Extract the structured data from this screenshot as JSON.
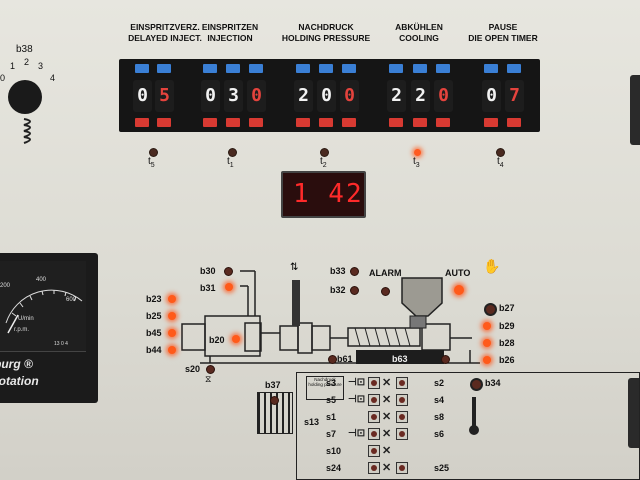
{
  "headers": [
    {
      "line1": "EINSPRITZVERZ.",
      "line2": "DELAYED INJECT."
    },
    {
      "line1": "EINSPRITZEN",
      "line2": "INJECTION"
    },
    {
      "line1": "NACHDRUCK",
      "line2": "HOLDING PRESSURE"
    },
    {
      "line1": "ABKÜHLEN",
      "line2": "COOLING"
    },
    {
      "line1": "PAUSE",
      "line2": "DIE OPEN TIMER"
    }
  ],
  "thumbwheels": [
    {
      "digits": [
        "0",
        "5"
      ],
      "red_last": true
    },
    {
      "digits": [
        "0",
        "3",
        "0"
      ],
      "red_last": true
    },
    {
      "digits": [
        "2",
        "0",
        "0"
      ],
      "red_last": true
    },
    {
      "digits": [
        "2",
        "2",
        "0"
      ],
      "red_last": true
    },
    {
      "digits": [
        "0",
        "7"
      ],
      "red_last": true
    }
  ],
  "timer_indicators": [
    {
      "name": "t",
      "sub": "5",
      "lit": false
    },
    {
      "name": "t",
      "sub": "1",
      "lit": false
    },
    {
      "name": "t",
      "sub": "2",
      "lit": false
    },
    {
      "name": "t",
      "sub": "3",
      "lit": true
    },
    {
      "name": "t",
      "sub": "4",
      "lit": false
    }
  ],
  "display_value": "1 42",
  "selector": {
    "label": "b38",
    "scale": [
      "0",
      "1",
      "2",
      "3",
      "4"
    ]
  },
  "meter": {
    "scale": [
      "200",
      "400",
      "600"
    ],
    "unit_top": "U/min",
    "unit_bottom": "r.p.m.",
    "code": "13 0 4",
    "brand_line1": "burg ®",
    "brand_line2": "rotation"
  },
  "diagram_labels": {
    "b30": "b30",
    "b31": "b31",
    "b33": "b33",
    "b32": "b32",
    "alarm": "ALARM",
    "auto": "AUTO",
    "b23": "b23",
    "b25": "b25",
    "b45": "b45",
    "b44": "b44",
    "b20": "b20",
    "b61": "b61",
    "b63": "b63",
    "b27": "b27",
    "b29": "b29",
    "b28": "b28",
    "b26": "b26",
    "s20": "s20",
    "b37": "b37",
    "s13": "s13",
    "b34": "b34"
  },
  "control_rows": [
    {
      "left": "s3",
      "right": "s2"
    },
    {
      "left": "s5",
      "right": "s4"
    },
    {
      "left": "s1",
      "right": "s8"
    },
    {
      "left": "s7",
      "right": "s6"
    },
    {
      "left": "s10",
      "right": ""
    },
    {
      "left": "s24",
      "right": "s25"
    }
  ],
  "holding_label": "Nachdruck holding pressure",
  "colors": {
    "led_on": "#ff5a20",
    "wheel_up": "#3a7fd5",
    "wheel_down": "#d83a32",
    "display": "#ff2a2a"
  }
}
